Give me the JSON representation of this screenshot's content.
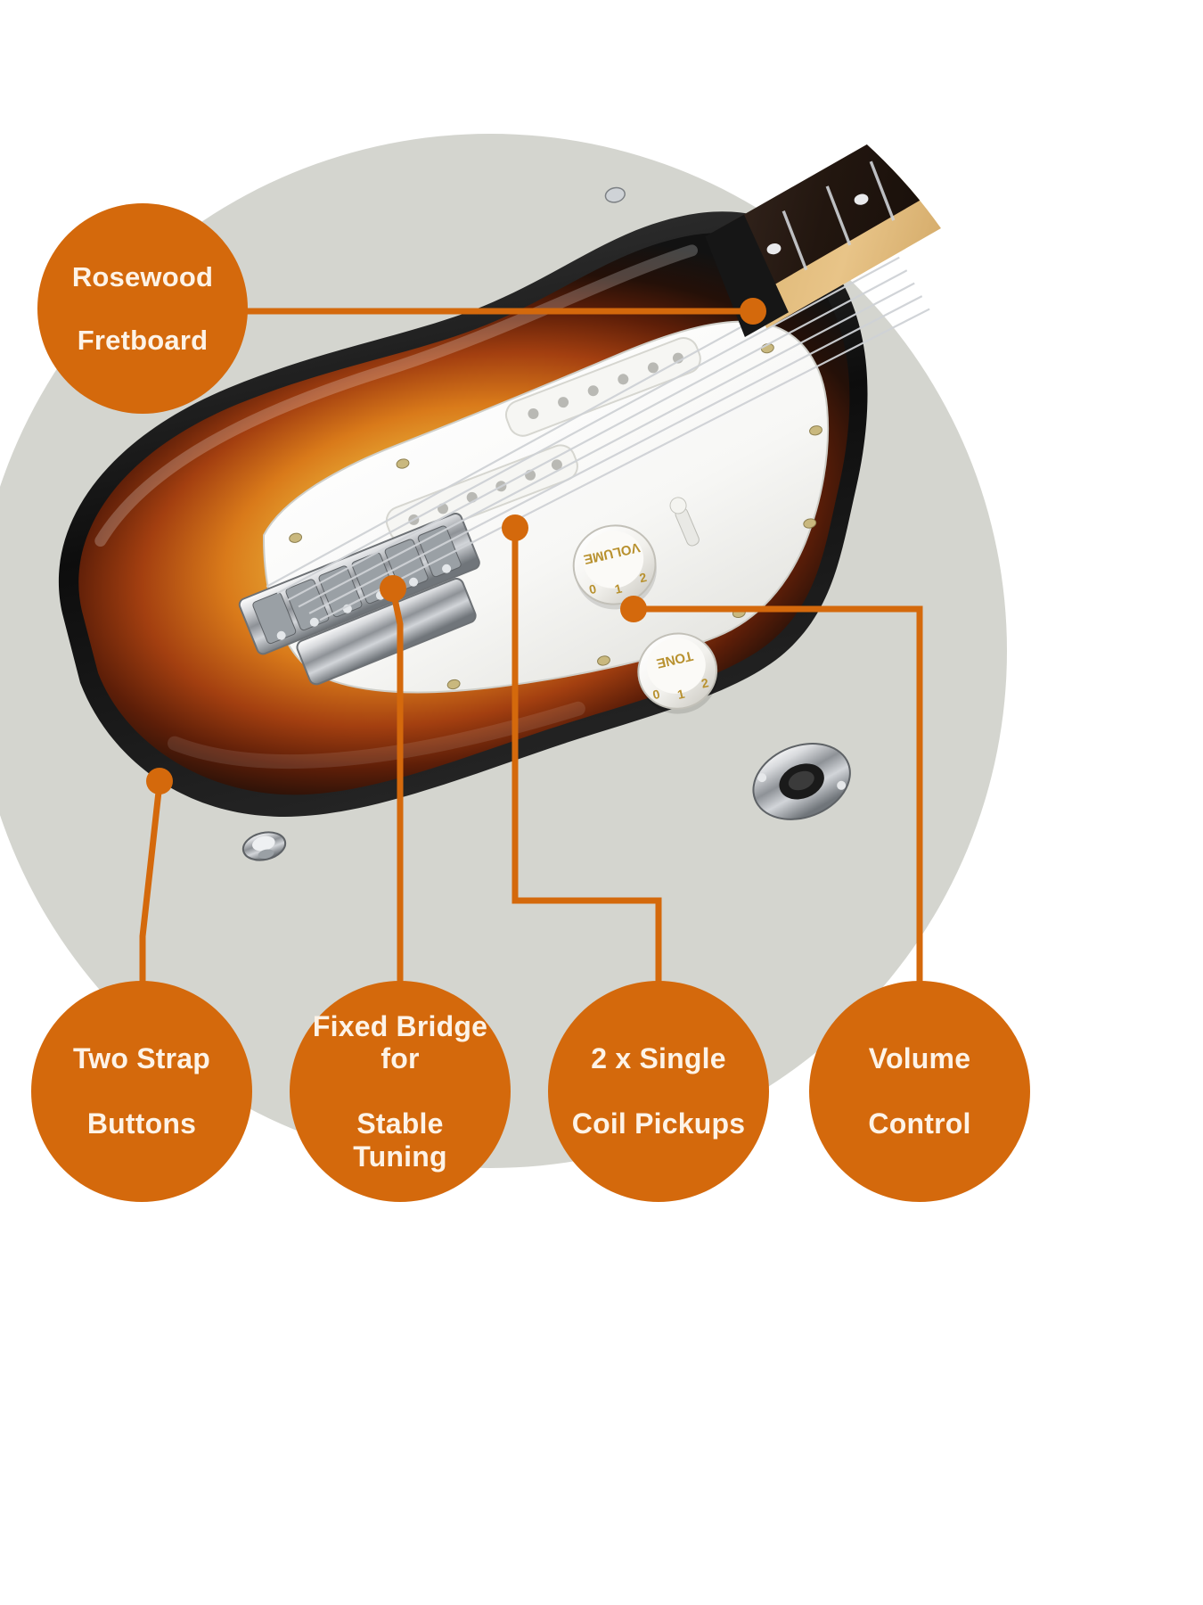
{
  "theme": {
    "accent_orange": "#d4690c",
    "badge_text_color": "#fdf3e7",
    "backdrop_gray": "#d4d5cf",
    "page_background": "#ffffff"
  },
  "product": {
    "type": "electric-guitar",
    "finish": "sunburst",
    "pickguard": "white",
    "body_color": "black-to-sunburst"
  },
  "callouts": [
    {
      "id": "rosewood-fretboard",
      "line1": "Rosewood",
      "line2": "Fretboard",
      "position": "top-left",
      "target": "fretboard"
    },
    {
      "id": "two-strap-buttons",
      "line1": "Two Strap",
      "line2": "Buttons",
      "position": "bottom-1",
      "target": "strap-button"
    },
    {
      "id": "fixed-bridge",
      "line1": "Fixed Bridge for",
      "line2": "Stable Tuning",
      "position": "bottom-2",
      "target": "bridge"
    },
    {
      "id": "single-coil-pickups",
      "line1": "2 x Single",
      "line2": "Coil Pickups",
      "position": "bottom-3",
      "target": "pickup"
    },
    {
      "id": "volume-control",
      "line1": "Volume",
      "line2": "Control",
      "position": "bottom-4",
      "target": "volume-knob"
    }
  ],
  "guitar_labels": {
    "volume_knob": "VOLUME",
    "tone_knob": "TONE"
  }
}
